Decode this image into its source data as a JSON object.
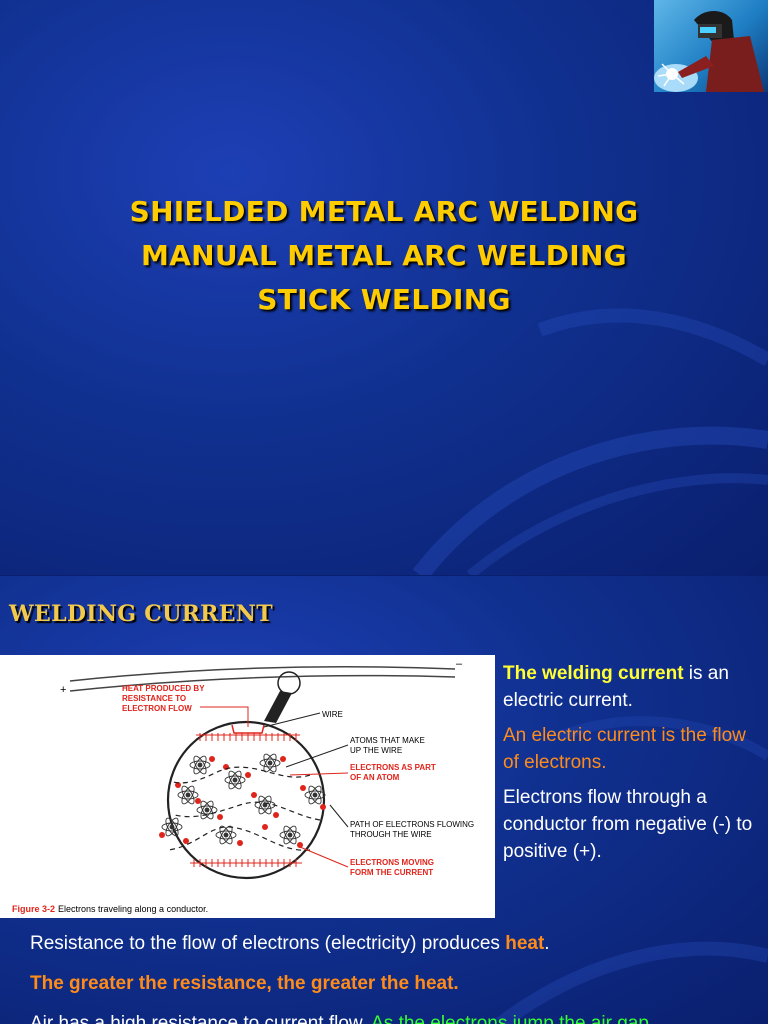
{
  "slide1": {
    "title_lines": [
      "SHIELDED METAL ARC WELDING",
      "MANUAL METAL ARC WELDING",
      "STICK WELDING"
    ],
    "logo_icon": "welder-icon"
  },
  "slide2": {
    "heading": "WELDING CURRENT",
    "figure": {
      "callouts": {
        "heat": [
          "HEAT PRODUCED BY",
          "RESISTANCE TO",
          "ELECTRON FLOW"
        ],
        "wire": "WIRE",
        "atoms": [
          "ATOMS THAT MAKE",
          "UP THE WIRE"
        ],
        "electrons_part": [
          "ELECTRONS AS PART",
          "OF AN ATOM"
        ],
        "path": [
          "PATH OF ELECTRONS FLOWING",
          "THROUGH THE WIRE"
        ],
        "moving": [
          "ELECTRONS MOVING",
          "FORM THE CURRENT"
        ]
      },
      "plus": "+",
      "minus": "–",
      "caption_label": "Figure 3-2",
      "caption_text": "Electrons traveling along a conductor."
    },
    "side": {
      "p1_bold": "The welding current",
      "p1_rest": " is an electric current.",
      "p2": "An electric current is the flow of electrons.",
      "p3": "Electrons flow through a conductor from negative (-) to positive (+)."
    },
    "bullets": {
      "b1_text": "Resistance to the flow of electrons (electricity) produces ",
      "b1_heat": "heat",
      "b1_end": ".",
      "b2": "The greater the resistance, the greater the heat.",
      "b3_text": "Air has a high resistance to current flow. ",
      "b3_green": "As the electrons jump the air gap"
    },
    "colors": {
      "title_yellow": "#ffcc00",
      "heading_gold": "#f2c94c",
      "highlight_yellow": "#ffff33",
      "orange": "#ff8c1a",
      "green": "#33ff33",
      "callout_red": "#e0241b"
    }
  }
}
